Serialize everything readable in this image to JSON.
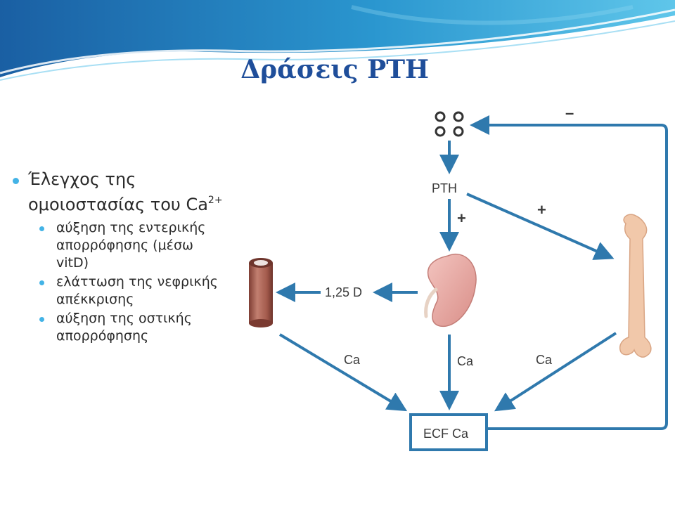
{
  "slide": {
    "title": "Δράσεις PTH"
  },
  "bullets": {
    "main": {
      "line1": "Έλεγχος της",
      "line2": "ομοιοστασίας του Ca",
      "superscript": "2+"
    },
    "sub": [
      {
        "lines": [
          "αύξηση της εντερικής",
          "απορρόφησης (μέσω",
          "vitD)"
        ]
      },
      {
        "lines": [
          "ελάττωση της νεφρικής",
          "απέκκρισης"
        ]
      },
      {
        "lines": [
          "αύξηση της οστικής",
          "απορρόφησης"
        ]
      }
    ]
  },
  "diagram": {
    "pth_label": "PTH",
    "minus_sign": "–",
    "plus_kidney": "+",
    "plus_bone": "+",
    "vitd_label": "1,25 D",
    "ca_left": "Ca",
    "ca_center": "Ca",
    "ca_right": "Ca",
    "ecf_label": "ECF Ca",
    "colors": {
      "arrow": "#2f79ad",
      "kidney": "#e9a9a4",
      "bone": "#f1c8aa",
      "intestine": "#b46b5c",
      "title": "#1f4e9a",
      "bullet": "#43b3e6"
    }
  }
}
